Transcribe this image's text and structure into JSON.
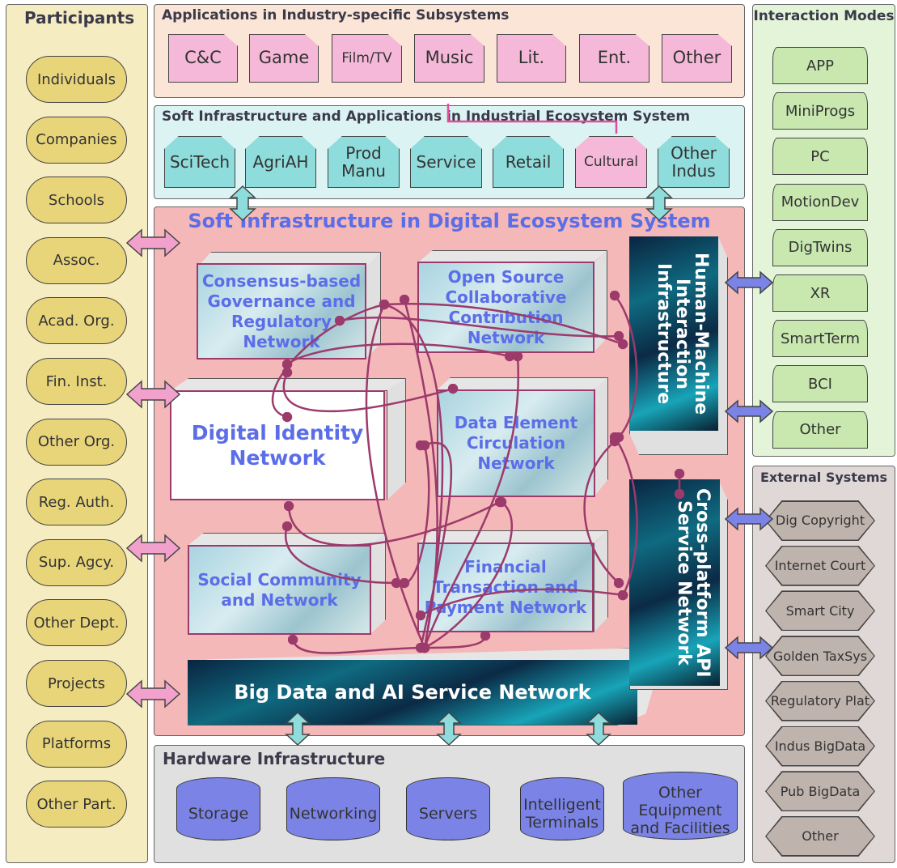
{
  "participants": {
    "title": "Participants",
    "items": [
      "Individuals",
      "Companies",
      "Schools",
      "Assoc.",
      "Acad. Org.",
      "Fin. Inst.",
      "Other Org.",
      "Reg. Auth.",
      "Sup. Agcy.",
      "Other Dept.",
      "Projects",
      "Platforms",
      "Other Part."
    ]
  },
  "apps": {
    "title": "Applications in Industry-specific Subsystems",
    "items": [
      "C&C",
      "Game",
      "Film/TV",
      "Music",
      "Lit.",
      "Ent.",
      "Other"
    ]
  },
  "soft_apps": {
    "title": "Soft Infrastructure and Applications in Industrial Ecosystem System",
    "items": [
      "SciTech",
      "AgriAH",
      "Prod Manu",
      "Service",
      "Retail",
      "Cultural",
      "Other Indus"
    ]
  },
  "digital": {
    "title": "Soft Infrastructure in Digital Ecosystem System",
    "networks": {
      "consensus": "Consensus-based Governance and Regulatory Network",
      "open_source": "Open Source Collaborative Contribution Network",
      "identity": "Digital Identity Network",
      "data_element": "Data Element Circulation Network",
      "social": "Social Community and Network",
      "financial": "Financial Transaction and Payment Network",
      "bigdata": "Big Data and AI Service Network",
      "hmi": "Human-Machine Interaction Infrastructure",
      "api": "Cross-platform API Service Network"
    }
  },
  "hardware": {
    "title": "Hardware Infrastructure",
    "items": [
      "Storage",
      "Networking",
      "Servers",
      "Intelligent Terminals",
      "Other Equipment and Facilities"
    ]
  },
  "interaction": {
    "title": "Interaction Modes",
    "items": [
      "APP",
      "MiniProgs",
      "PC",
      "MotionDev",
      "DigTwins",
      "XR",
      "SmartTerm",
      "BCI",
      "Other"
    ]
  },
  "external": {
    "title": "External Systems",
    "items": [
      "Dig Copyright",
      "Internet Court",
      "Smart City",
      "Golden TaxSys",
      "Regulatory Plat",
      "Indus BigData",
      "Pub BigData",
      "Other"
    ]
  },
  "colors": {
    "participant": "#e8d57a",
    "app": "#f5b8d8",
    "soft_app": "#8fdcdc",
    "digital_bg": "#f4b8b8",
    "network_text": "#5b6ee8",
    "link": "#9c3a6c",
    "hardware": "#7b84e6",
    "mode": "#c8e8b0",
    "external": "#bfb3ad"
  }
}
